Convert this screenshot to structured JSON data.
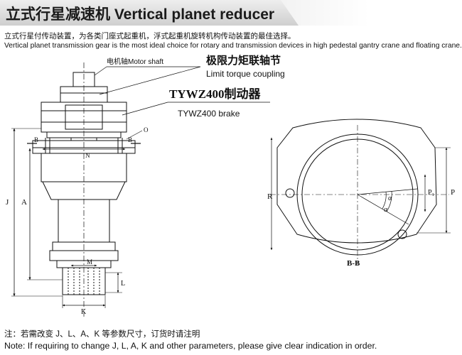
{
  "header": {
    "title": "立式行星减速机 Vertical planet reducer"
  },
  "intro": {
    "cn": "立式行星付传动装置，为各类门座式起重机，浮式起重机旋转机构传动装置的最佳选择。",
    "en": "Vertical planet transmission gear is the most ideal choice for rotary and transmission devices in high pedestal gantry crane and floating crane."
  },
  "callouts": {
    "motor_shaft": "电机轴Motor shaft",
    "coupling_cn": "极限力矩联轴节",
    "coupling_en": "Limit torque coupling",
    "brake_cn": "TYWZ400制动器",
    "brake_en": "TYWZ400 brake"
  },
  "dimensions": {
    "J": "J",
    "A": "A",
    "N": "N",
    "O": "O",
    "M": "M",
    "L": "L",
    "K": "K",
    "B": "B",
    "R": "R",
    "P": "P",
    "P1": "P₁",
    "alpha": "α",
    "section": "B-B"
  },
  "footer": {
    "note_cn": "注：若需改变 J、L、A、K 等参数尺寸，订货时请注明",
    "note_en": "Note: If requiring to change J, L, A, K and other parameters, please give clear indication in order."
  }
}
